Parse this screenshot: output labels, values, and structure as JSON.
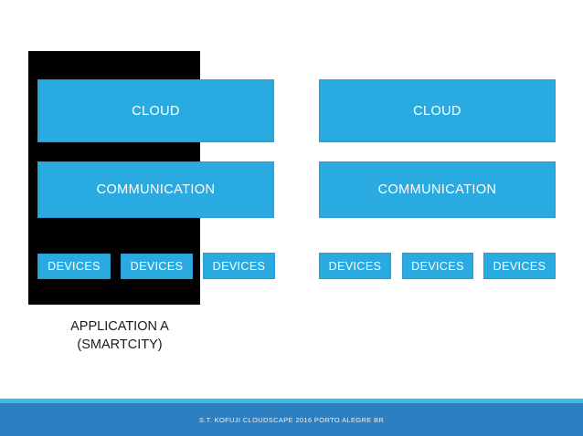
{
  "slide": {
    "background_color": "#FFFFFF",
    "accent_blue": "#29ABE2",
    "panel_black": "#000000",
    "footer_blue": "#2C7FC0",
    "footer_accent_blue": "#3DBBE5"
  },
  "left_group": {
    "caption_line_1": "APPLICATION A",
    "caption_line_2": "(SMARTCITY)",
    "layers": [
      {
        "label": "CLOUD"
      },
      {
        "label": "COMMUNICATION"
      }
    ],
    "devices": [
      {
        "label": "DEVICES"
      },
      {
        "label": "DEVICES"
      },
      {
        "label": "DEVICES"
      }
    ]
  },
  "right_group": {
    "layers": [
      {
        "label": "CLOUD"
      },
      {
        "label": "COMMUNICATION"
      }
    ],
    "devices": [
      {
        "label": "DEVICES"
      },
      {
        "label": "DEVICES"
      },
      {
        "label": "DEVICES"
      }
    ]
  },
  "footer": {
    "text": "S.T. KOFUJI CLOUDSCAPE 2016 PORTO ALEGRE BR"
  }
}
